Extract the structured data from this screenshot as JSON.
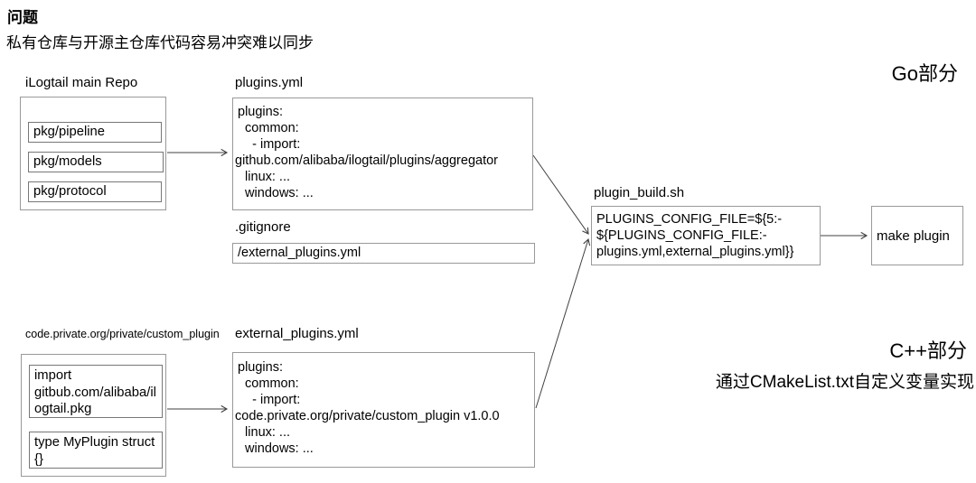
{
  "page": {
    "title": "问题",
    "subtitle": "私有仓库与开源主仓库代码容易冲突难以同步"
  },
  "sections": {
    "go_label": "Go部分",
    "cpp_label": "C++部分",
    "cpp_note": "通过CMakeList.txt自定义变量实现"
  },
  "main_repo": {
    "label": "iLogtail main Repo",
    "items": [
      "pkg/pipeline",
      "pkg/models",
      "pkg/protocol"
    ]
  },
  "plugins_yml": {
    "label": "plugins.yml",
    "lines": [
      "plugins:",
      "  common:",
      "    - import:",
      "github.com/alibaba/ilogtail/plugins/aggregator",
      "  linux: ...",
      "  windows: ..."
    ]
  },
  "gitignore": {
    "label": ".gitignore",
    "content": "/external_plugins.yml"
  },
  "plugin_build": {
    "label": "plugin_build.sh",
    "lines": [
      "PLUGINS_CONFIG_FILE=${5:-",
      "${PLUGINS_CONFIG_FILE:-",
      "plugins.yml,external_plugins.yml}}"
    ]
  },
  "make_plugin": {
    "content": "make plugin"
  },
  "custom_plugin_repo": {
    "label": "code.private.org/private/custom_plugin",
    "items": [
      "import\ngitbub.com/alibaba/ilogtail.pkg",
      "type MyPlugin struct {}"
    ]
  },
  "external_plugins_yml": {
    "label": "external_plugins.yml",
    "lines": [
      "plugins:",
      "  common:",
      "    - import:",
      "code.private.org/private/custom_plugin v1.0.0",
      "  linux: ...",
      "  windows: ..."
    ]
  },
  "colors": {
    "outer_border": "#999999",
    "inner_border": "#777777",
    "arrow": "#404040",
    "text": "#000000",
    "background": "#ffffff"
  }
}
